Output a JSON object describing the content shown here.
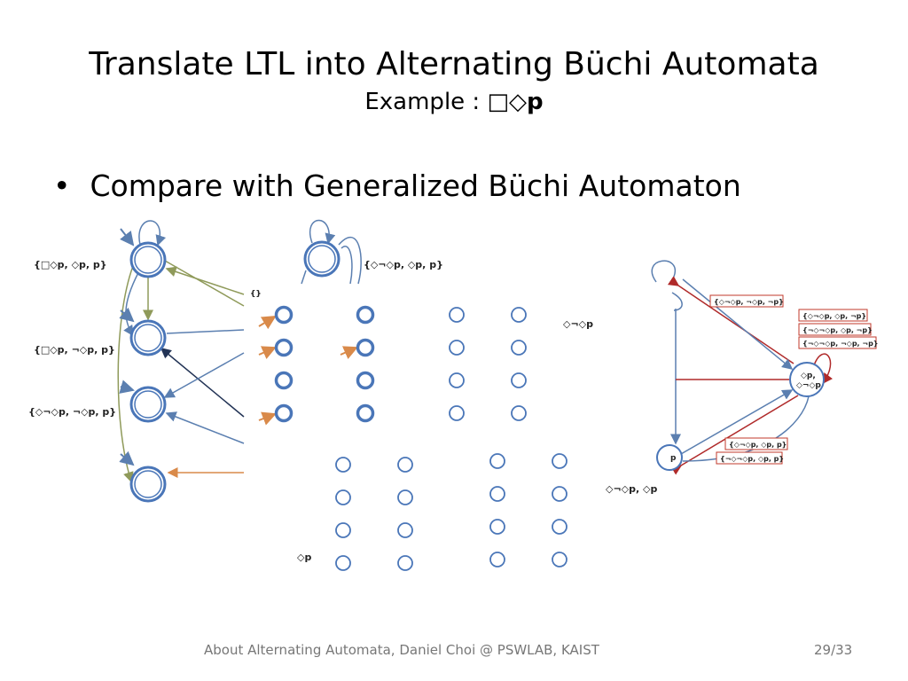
{
  "slide": {
    "title": "Translate LTL into Alternating Büchi Automata",
    "subtitle_prefix": "Example : ",
    "subtitle_formula_ops": "□◇",
    "subtitle_formula_var": "p",
    "bullet_marker": "•",
    "bullet_text": "Compare with Generalized Büchi Automaton",
    "footer": "About Alternating Automata, Daniel Choi @ PSWLAB, KAIST",
    "page_number": "29/33"
  },
  "left_automaton": {
    "state_labels": [
      "{□◇p, ◇p, p}",
      "{□◇p, ¬◇p, p}",
      "{◇¬◇p, ¬◇p, p}"
    ]
  },
  "middle_automaton": {
    "top_label": "{◇¬◇p, ◇p, p}",
    "empty_label": "{}",
    "right_label": "◇¬◇p",
    "bottom_label": "◇p"
  },
  "right_automaton": {
    "center_state_label_1": "◇p,",
    "center_state_label_2": "◇¬◇p",
    "bottom_state_label": "p",
    "bottom_label": "◇¬◇p, ◇p",
    "top_boxes": [
      "{◇¬◇p, ¬◇p, ¬p}"
    ],
    "right_boxes": [
      "{◇¬◇p, ◇p, ¬p}",
      "{¬◇¬◇p, ◇p, ¬p}",
      "{¬◇¬◇p, ¬◇p, ¬p}"
    ],
    "bottom_boxes": [
      "{◇¬◇p, ◇p, p}",
      "{¬◇¬◇p, ◇p, p}"
    ],
    "colors": {
      "blue_edge": "#5b7fb0",
      "red_edge": "#b02a2a",
      "box_border": "#c0392b"
    }
  }
}
